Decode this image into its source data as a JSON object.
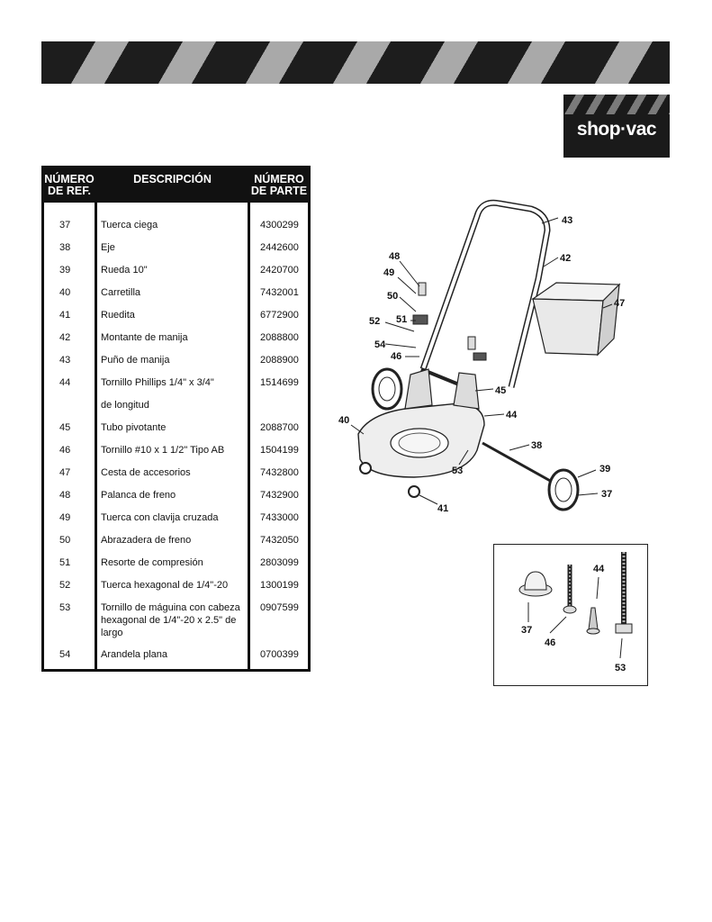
{
  "logo_text": "shop·vac",
  "table": {
    "headers": {
      "ref": "NÚMERO DE REF.",
      "desc": "DESCRIPCIÓN",
      "num": "NÚMERO DE PARTE"
    },
    "rows": [
      {
        "ref": "37",
        "desc": "Tuerca ciega",
        "num": "4300299"
      },
      {
        "ref": "38",
        "desc": "Eje",
        "num": "2442600"
      },
      {
        "ref": "39",
        "desc": "Rueda 10\"",
        "num": "2420700"
      },
      {
        "ref": "40",
        "desc": "Carretilla",
        "num": "7432001"
      },
      {
        "ref": "41",
        "desc": "Ruedita",
        "num": "6772900"
      },
      {
        "ref": "42",
        "desc": "Montante de manija",
        "num": "2088800"
      },
      {
        "ref": "43",
        "desc": "Puño de manija",
        "num": "2088900"
      },
      {
        "ref": "44",
        "desc": "Tornillo Phillips 1/4\" x 3/4\"",
        "num": "1514699"
      },
      {
        "ref": "",
        "desc": "de longitud",
        "num": ""
      },
      {
        "ref": "45",
        "desc": "Tubo pivotante",
        "num": "2088700"
      },
      {
        "ref": "46",
        "desc": "Tornillo #10 x 1 1/2\" Tipo AB",
        "num": "1504199"
      },
      {
        "ref": "47",
        "desc": "Cesta de accesorios",
        "num": "7432800"
      },
      {
        "ref": "48",
        "desc": "Palanca de freno",
        "num": "7432900"
      },
      {
        "ref": "49",
        "desc": "Tuerca con clavija cruzada",
        "num": "7433000"
      },
      {
        "ref": "50",
        "desc": "Abrazadera de freno",
        "num": "7432050"
      },
      {
        "ref": "51",
        "desc": "Resorte de compresión",
        "num": "2803099"
      },
      {
        "ref": "52",
        "desc": "Tuerca hexagonal de 1/4\"-20",
        "num": "1300199"
      },
      {
        "ref": "53",
        "desc": "Tornillo de máguina con cabeza hexagonal de 1/4\"-20 x 2.5\" de largo",
        "num": "0907599"
      },
      {
        "ref": "54",
        "desc": "Arandela plana",
        "num": "0700399"
      }
    ]
  },
  "diagram": {
    "callouts": [
      "43",
      "42",
      "48",
      "49",
      "47",
      "50",
      "51",
      "52",
      "54",
      "46",
      "45",
      "44",
      "40",
      "38",
      "39",
      "53",
      "37",
      "41"
    ]
  },
  "inset": {
    "callouts": [
      "44",
      "37",
      "46",
      "53"
    ]
  }
}
